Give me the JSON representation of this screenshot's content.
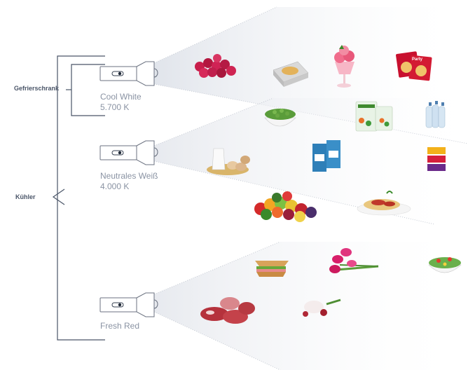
{
  "groups": {
    "freezer": "Gefrierschrank",
    "cooler": "Kühler"
  },
  "lamps": [
    {
      "name": "Cool White",
      "temp": "5.700 K"
    },
    {
      "name": "Neutrales Weiß",
      "temp": "4.000 K"
    },
    {
      "name": "Fresh Red",
      "temp": ""
    }
  ],
  "foods": {
    "cool_white": [
      "raspberries",
      "frozen-pastry",
      "ice-cream-sundae",
      "party-pizza",
      "peas-bowl",
      "frozen-vegetables",
      "water-bottles"
    ],
    "neutral_white": [
      "milk-and-eggs",
      "milk-cartons",
      "juice-cups",
      "fruit-pile",
      "spaghetti"
    ],
    "fresh_red": [
      "sandwich",
      "tulips",
      "salad",
      "meat-cuts",
      "sausage-and-herbs"
    ]
  },
  "colors": {
    "line": "#4a5568",
    "label": "#8a93a3",
    "beam": "#e6e9ef"
  }
}
